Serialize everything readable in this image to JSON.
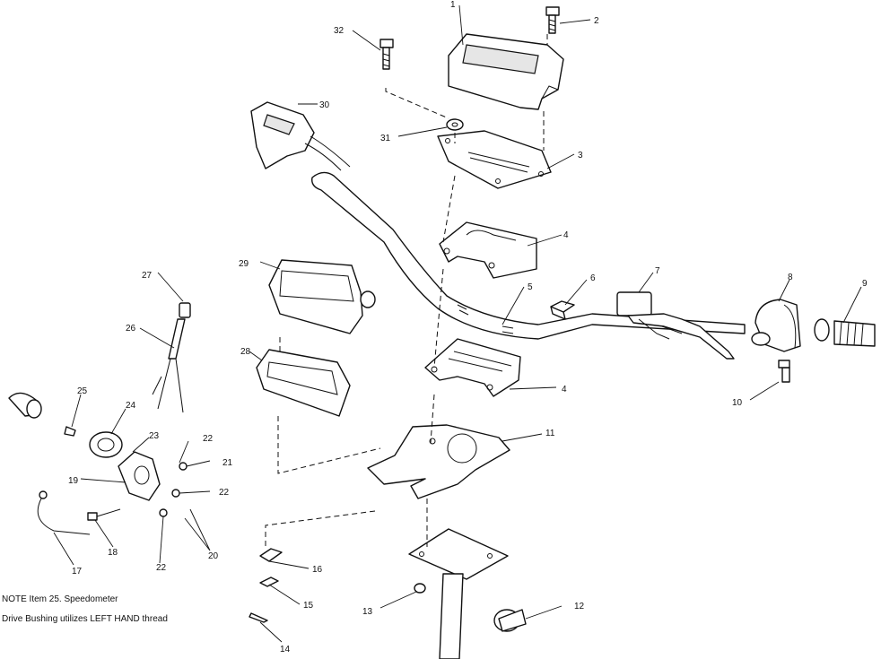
{
  "callouts": {
    "c1": "1",
    "c2": "2",
    "c3": "3",
    "c4a": "4",
    "c4b": "4",
    "c5": "5",
    "c6": "6",
    "c7": "7",
    "c8": "8",
    "c9": "9",
    "c10": "10",
    "c11": "11",
    "c12": "12",
    "c13": "13",
    "c14": "14",
    "c15": "15",
    "c16": "16",
    "c17": "17",
    "c18": "18",
    "c19": "19",
    "c20": "20",
    "c21": "21",
    "c22a": "22",
    "c22b": "22",
    "c22c": "22",
    "c23": "23",
    "c24": "24",
    "c25": "25",
    "c26": "26",
    "c27": "27",
    "c28": "28",
    "c29": "29",
    "c30": "30",
    "c31": "31",
    "c32": "32"
  },
  "note": {
    "line1": "NOTE  Item 25. Speedometer",
    "line2": "Drive Bushing utilizes LEFT HAND thread"
  }
}
